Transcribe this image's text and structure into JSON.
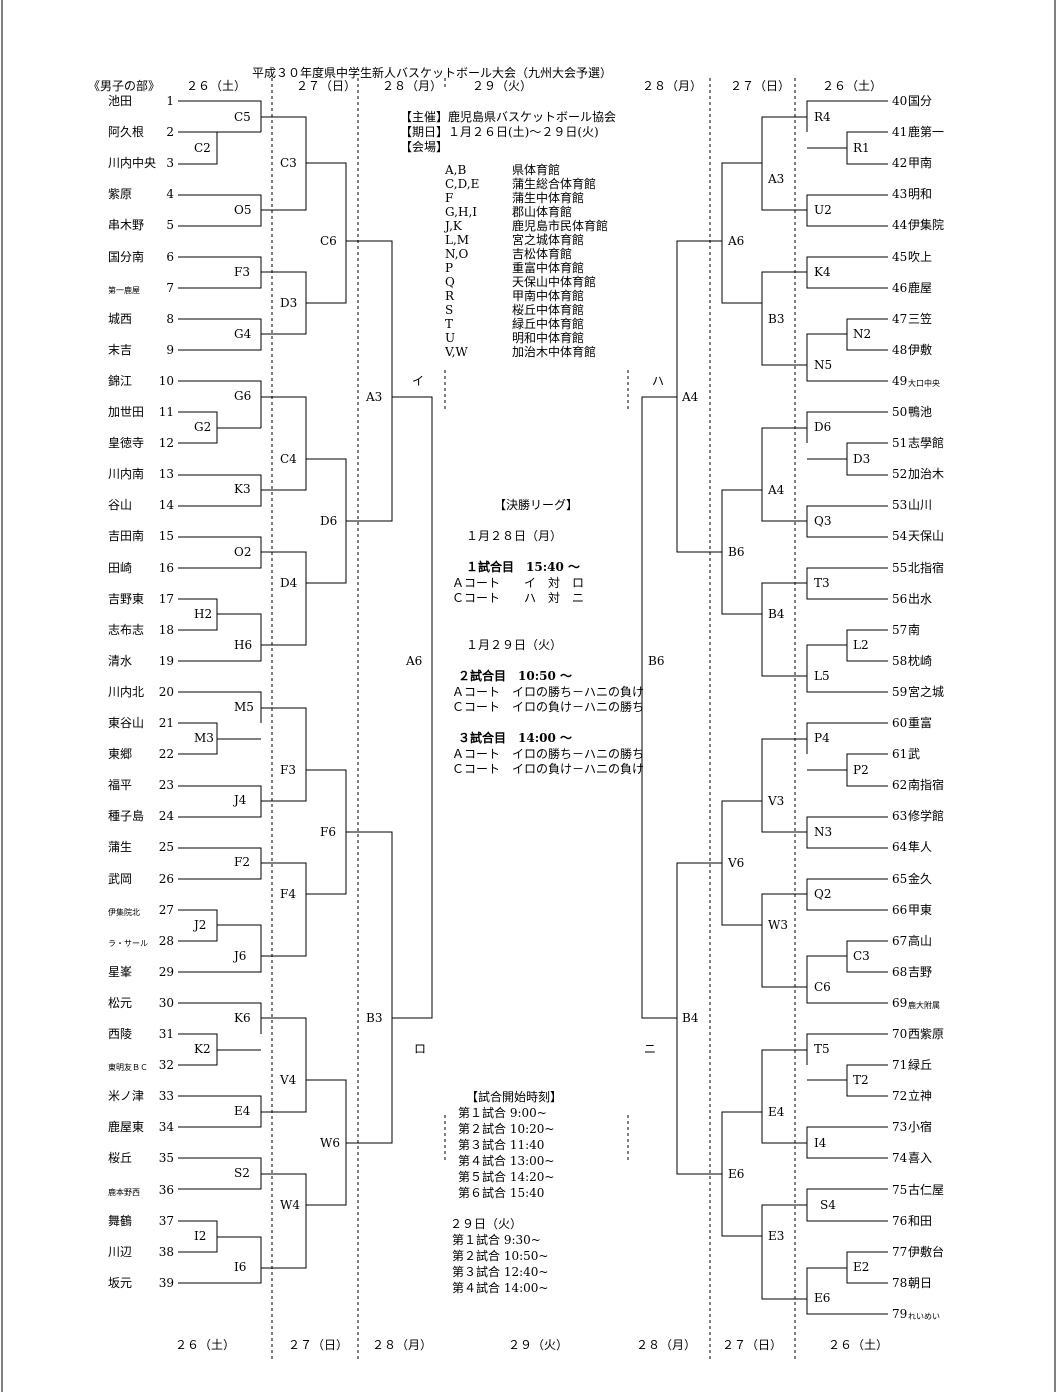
{
  "title": "平成３０年度県中学生新人バスケットボール大会（九州大会予選）",
  "section": "《男子の部》",
  "day_headers_top": {
    "d26_left": "２６（土）",
    "d27_left": "２７（日）",
    "d28_left": "２８（月）",
    "d29": "２９（火）",
    "d28_right": "２８（月）",
    "d27_right": "２７（日）",
    "d26_right": "２６（土）"
  },
  "day_headers_bottom": {
    "d26_left": "２６（土）",
    "d27_left": "２７（日）",
    "d28_left": "２８（月）",
    "d29": "２９（火）",
    "d28_right": "２８（月）",
    "d27_right": "２７（日）",
    "d26_right": "２６（土）"
  },
  "teams_left": [
    {
      "n": "1",
      "name": "池田"
    },
    {
      "n": "2",
      "name": "阿久根"
    },
    {
      "n": "3",
      "name": "川内中央"
    },
    {
      "n": "4",
      "name": "紫原"
    },
    {
      "n": "5",
      "name": "串木野"
    },
    {
      "n": "6",
      "name": "国分南"
    },
    {
      "n": "7",
      "name": "第一鹿屋"
    },
    {
      "n": "8",
      "name": "城西"
    },
    {
      "n": "9",
      "name": "末吉"
    },
    {
      "n": "10",
      "name": "錦江"
    },
    {
      "n": "11",
      "name": "加世田"
    },
    {
      "n": "12",
      "name": "皇徳寺"
    },
    {
      "n": "13",
      "name": "川内南"
    },
    {
      "n": "14",
      "name": "谷山"
    },
    {
      "n": "15",
      "name": "吉田南"
    },
    {
      "n": "16",
      "name": "田崎"
    },
    {
      "n": "17",
      "name": "吉野東"
    },
    {
      "n": "18",
      "name": "志布志"
    },
    {
      "n": "19",
      "name": "清水"
    },
    {
      "n": "20",
      "name": "川内北"
    },
    {
      "n": "21",
      "name": "東谷山"
    },
    {
      "n": "22",
      "name": "東郷"
    },
    {
      "n": "23",
      "name": "福平"
    },
    {
      "n": "24",
      "name": "種子島"
    },
    {
      "n": "25",
      "name": "蒲生"
    },
    {
      "n": "26",
      "name": "武岡"
    },
    {
      "n": "27",
      "name": "伊集院北"
    },
    {
      "n": "28",
      "name": "ラ・サール"
    },
    {
      "n": "29",
      "name": "星峯"
    },
    {
      "n": "30",
      "name": "松元"
    },
    {
      "n": "31",
      "name": "西陵"
    },
    {
      "n": "32",
      "name": "東明友ＢＣ"
    },
    {
      "n": "33",
      "name": "米ノ津"
    },
    {
      "n": "34",
      "name": "鹿屋東"
    },
    {
      "n": "35",
      "name": "桜丘"
    },
    {
      "n": "36",
      "name": "鹿本野西"
    },
    {
      "n": "37",
      "name": "舞鶴"
    },
    {
      "n": "38",
      "name": "川辺"
    },
    {
      "n": "39",
      "name": "坂元"
    }
  ],
  "teams_right": [
    {
      "n": "40",
      "name": "国分"
    },
    {
      "n": "41",
      "name": "鹿第一"
    },
    {
      "n": "42",
      "name": "甲南"
    },
    {
      "n": "43",
      "name": "明和"
    },
    {
      "n": "44",
      "name": "伊集院"
    },
    {
      "n": "45",
      "name": "吹上"
    },
    {
      "n": "46",
      "name": "鹿屋"
    },
    {
      "n": "47",
      "name": "三笠"
    },
    {
      "n": "48",
      "name": "伊敷"
    },
    {
      "n": "49",
      "name": "大口中央"
    },
    {
      "n": "50",
      "name": "鴨池"
    },
    {
      "n": "51",
      "name": "志學館"
    },
    {
      "n": "52",
      "name": "加治木"
    },
    {
      "n": "53",
      "name": "山川"
    },
    {
      "n": "54",
      "name": "天保山"
    },
    {
      "n": "55",
      "name": "北指宿"
    },
    {
      "n": "56",
      "name": "出水"
    },
    {
      "n": "57",
      "name": "南"
    },
    {
      "n": "58",
      "name": "枕崎"
    },
    {
      "n": "59",
      "name": "宮之城"
    },
    {
      "n": "60",
      "name": "重富"
    },
    {
      "n": "61",
      "name": "武"
    },
    {
      "n": "62",
      "name": "南指宿"
    },
    {
      "n": "63",
      "name": "修学館"
    },
    {
      "n": "64",
      "name": "隼人"
    },
    {
      "n": "65",
      "name": "金久"
    },
    {
      "n": "66",
      "name": "甲東"
    },
    {
      "n": "67",
      "name": "高山"
    },
    {
      "n": "68",
      "name": "吉野"
    },
    {
      "n": "69",
      "name": "鹿大附属"
    },
    {
      "n": "70",
      "name": "西紫原"
    },
    {
      "n": "71",
      "name": "緑丘"
    },
    {
      "n": "72",
      "name": "立神"
    },
    {
      "n": "73",
      "name": "小宿"
    },
    {
      "n": "74",
      "name": "喜入"
    },
    {
      "n": "75",
      "name": "古仁屋"
    },
    {
      "n": "76",
      "name": "和田"
    },
    {
      "n": "77",
      "name": "伊敷台"
    },
    {
      "n": "78",
      "name": "朝日"
    },
    {
      "n": "79",
      "name": "れいめい"
    }
  ],
  "codes": {
    "C5": "C5",
    "C2": "C2",
    "O5": "O5",
    "F3": "F3",
    "G4": "G4",
    "G6": "G6",
    "G2": "G2",
    "K3": "K3",
    "O2": "O2",
    "H2": "H2",
    "H6": "H6",
    "M5": "M5",
    "M3": "M3",
    "J4": "J4",
    "F2": "F2",
    "J2": "J2",
    "J6": "J6",
    "K6": "K6",
    "K2": "K2",
    "E4": "E4",
    "S2": "S2",
    "I2": "I2",
    "I6": "I6",
    "C3": "C3",
    "D3": "D3",
    "C4": "C4",
    "D4": "D4",
    "F3b": "F3",
    "F4": "F4",
    "V4": "V4",
    "W4": "W4",
    "C6": "C6",
    "D6": "D6",
    "F6": "F6",
    "W6": "W6",
    "A3": "A3",
    "B3": "B3",
    "A6": "A6",
    "R4": "R4",
    "R1": "R1",
    "U2": "U2",
    "K4": "K4",
    "N2": "N2",
    "N5": "N5",
    "D6r": "D6",
    "D3r": "D3",
    "Q3": "Q3",
    "T3": "T3",
    "L2": "L2",
    "L5": "L5",
    "P4": "P4",
    "P2": "P2",
    "N3": "N3",
    "Q2": "Q2",
    "C3r": "C3",
    "C6r": "C6",
    "T5": "T5",
    "T2": "T2",
    "I4": "I4",
    "S4": "S4",
    "E2": "E2",
    "E6": "E6",
    "A3r": "A3",
    "B3r": "B3",
    "A4": "A4",
    "B4": "B4",
    "V3": "V3",
    "W3": "W3",
    "E4r": "E4",
    "E3": "E3",
    "A6r": "A6",
    "B6": "B6",
    "V6": "V6",
    "E6r": "E6",
    "A4f": "A4",
    "B4f": "B4",
    "B6f": "B6"
  },
  "block_labels": {
    "i": "イ",
    "ro": "ロ",
    "ha": "ハ",
    "ni": "ニ"
  },
  "info": {
    "host": "【主催】鹿児島県バスケットボール協会",
    "dates": "【期日】１月２６日(土)～２９日(火)",
    "venue_head": "【会場】",
    "venues": [
      {
        "code": "A,B",
        "place": "県体育館"
      },
      {
        "code": "C,D,E",
        "place": "蒲生総合体育館"
      },
      {
        "code": "F",
        "place": "蒲生中体育館"
      },
      {
        "code": "G,H,I",
        "place": "郡山体育館"
      },
      {
        "code": "J,K",
        "place": "鹿児島市民体育館"
      },
      {
        "code": "L,M",
        "place": "宮之城体育館"
      },
      {
        "code": "N,O",
        "place": "吉松体育館"
      },
      {
        "code": "P",
        "place": "重富中体育館"
      },
      {
        "code": "Q",
        "place": "天保山中体育館"
      },
      {
        "code": "R",
        "place": "甲南中体育館"
      },
      {
        "code": "S",
        "place": "桜丘中体育館"
      },
      {
        "code": "T",
        "place": "緑丘中体育館"
      },
      {
        "code": "U",
        "place": "明和中体育館"
      },
      {
        "code": "V,W",
        "place": "加治木中体育館"
      }
    ]
  },
  "league": {
    "head": "【決勝リーグ】",
    "day1": "１月２８日（月）",
    "g1": "１試合目　15:40 ～",
    "g1a": "Ａコート　　イ　対　ロ",
    "g1c": "Ｃコート　　ハ　対　ニ",
    "day2": "１月２９日（火）",
    "g2": "２試合目　10:50 ～",
    "g2a": "Ａコート　イロの勝ち－ハニの負け",
    "g2c": "Ｃコート　イロの負け－ハニの勝ち",
    "g3": "３試合目　14:00 ～",
    "g3a": "Ａコート　イロの勝ち－ハニの勝ち",
    "g3c": "Ｃコート　イロの負け－ハニの負け"
  },
  "times": {
    "head": "【試合開始時刻】",
    "t1": "第１試合  9:00~",
    "t2": "第２試合 10:20~",
    "t3": "第３試合 11:40",
    "t4": "第４試合 13:00~",
    "t5": "第５試合 14:20~",
    "t6": "第６試合 15:40",
    "day29": "２９日（火）",
    "u1": "第１試合  9:30~",
    "u2": "第２試合 10:50~",
    "u3": "第３試合 12:40~",
    "u4": "第４試合 14:00~"
  }
}
